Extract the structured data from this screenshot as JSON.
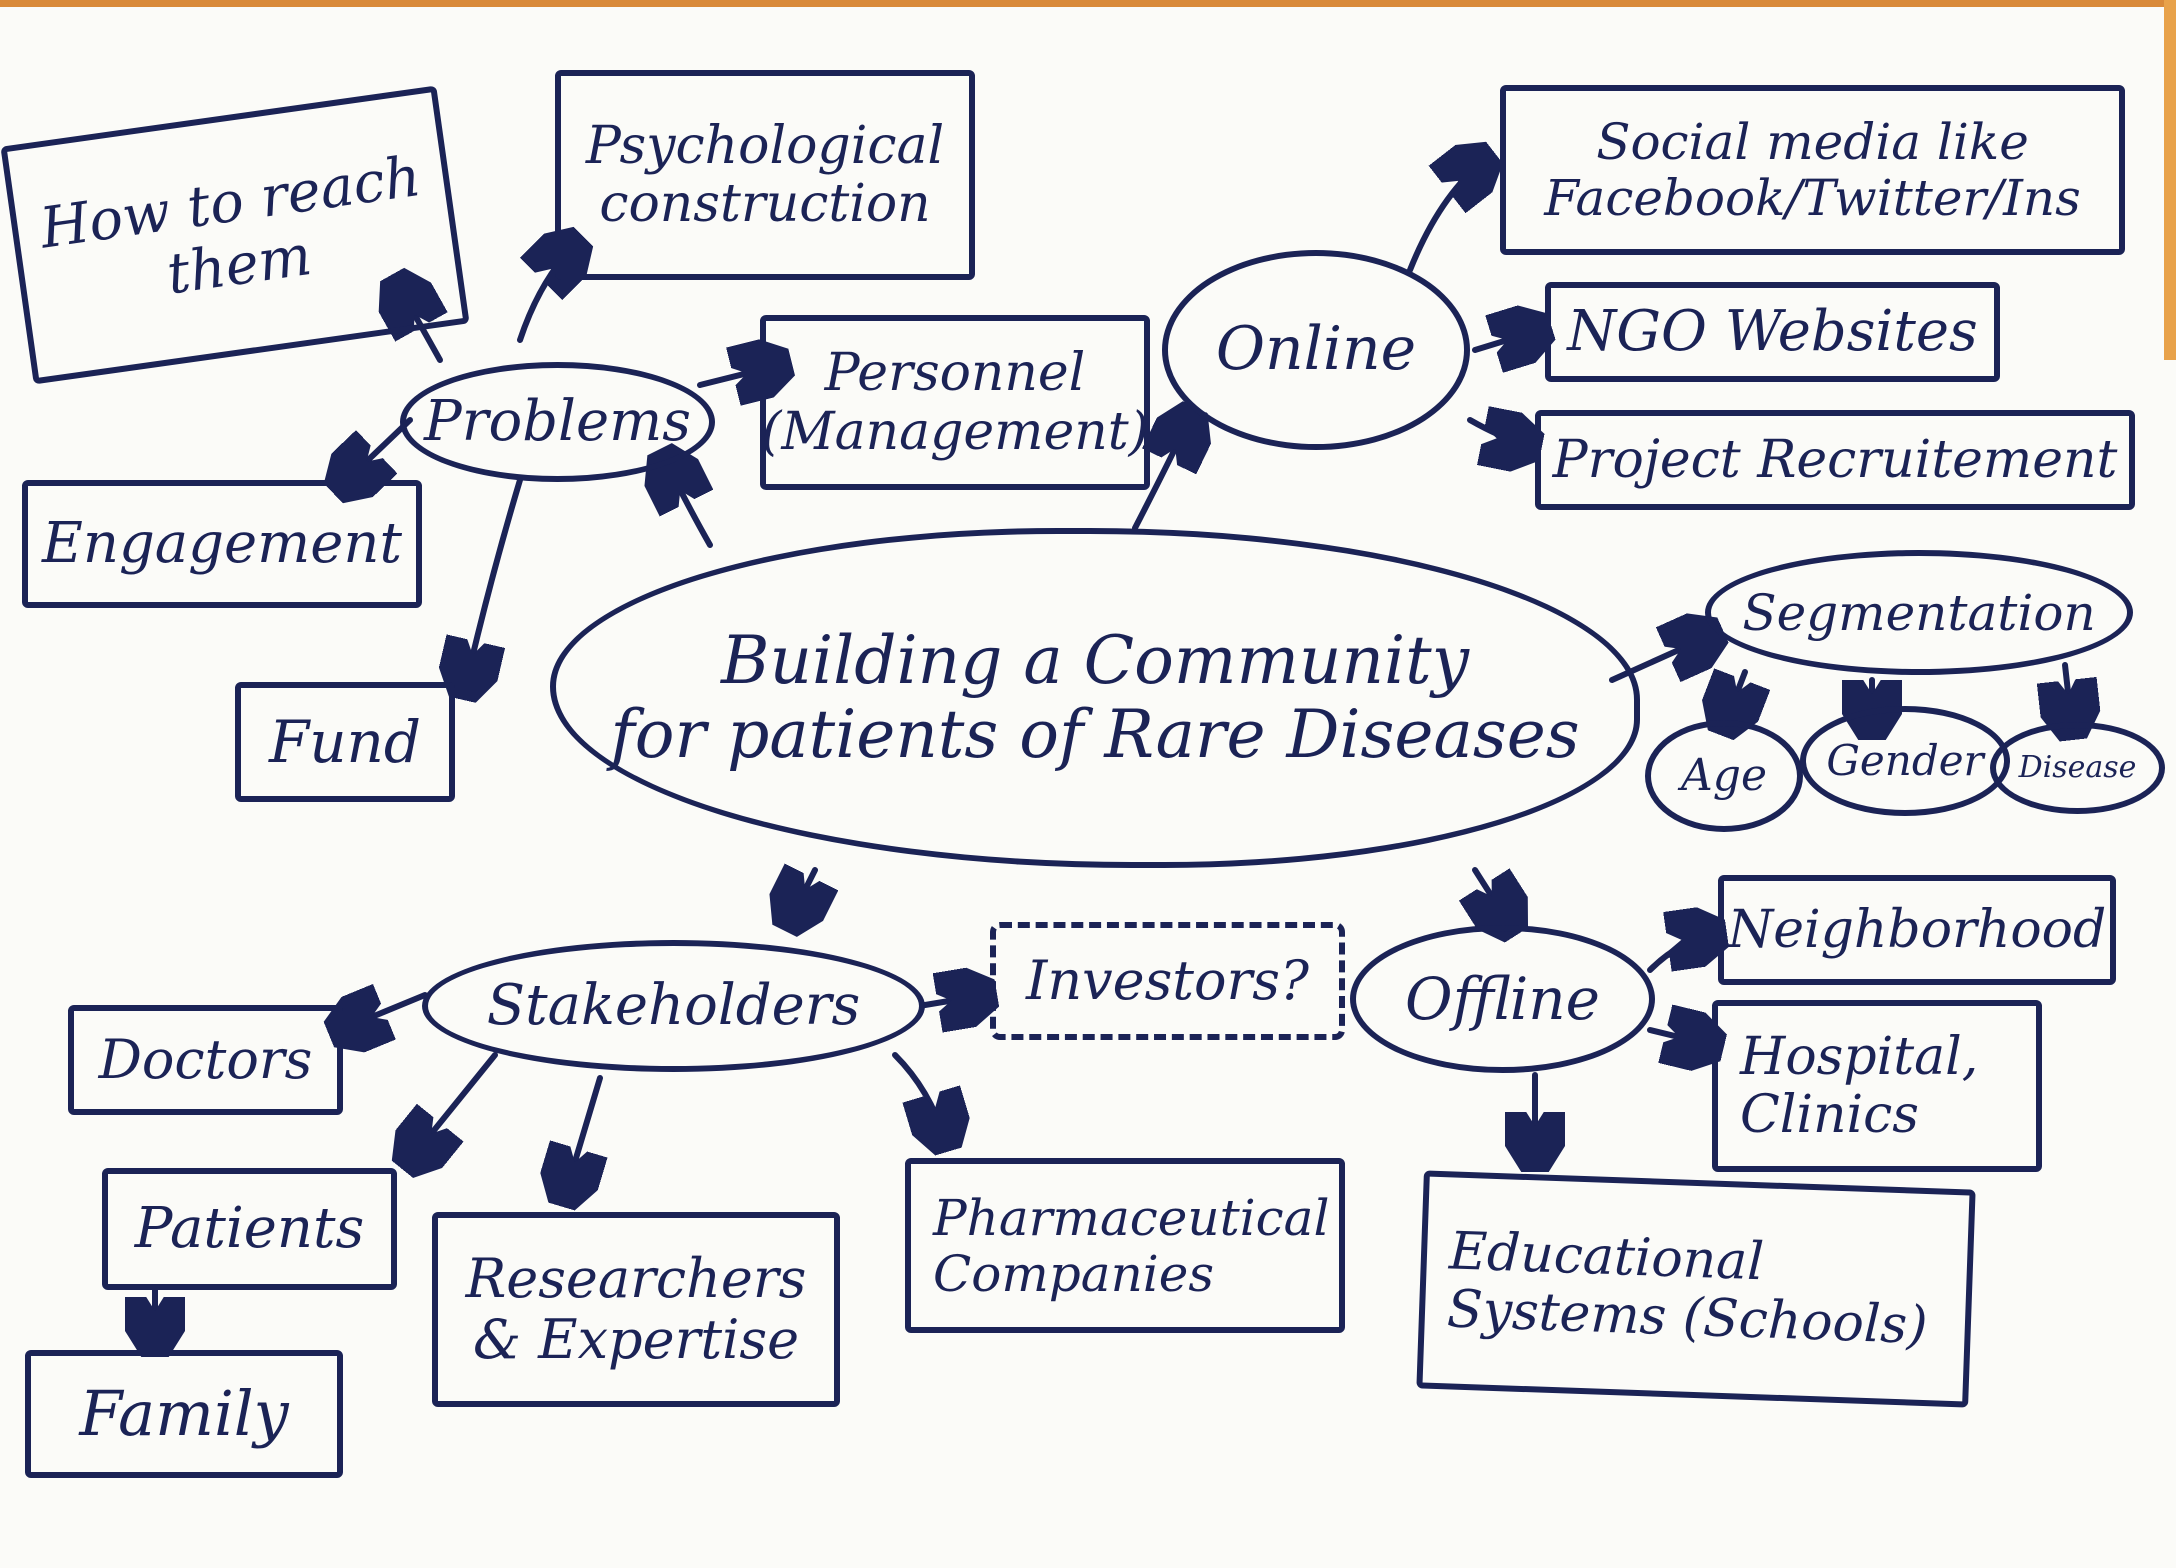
{
  "title": "Building a Community\nfor patients of Rare Diseases",
  "nodes": {
    "how_to_reach": "How to reach\nthem",
    "psychological": "Psychological\nconstruction",
    "problems": "Problems",
    "personnel": "Personnel\n(Management)",
    "engagement": "Engagement",
    "fund": "Fund",
    "online": "Online",
    "social_media": "Social media like\nFacebook/Twitter/Ins",
    "ngo": "NGO Websites",
    "project_recruitment": "Project Recruitement",
    "segmentation": "Segmentation",
    "age": "Age",
    "gender": "Gender",
    "disease": "Disease",
    "stakeholders": "Stakeholders",
    "investors": "Investors?",
    "offline": "Offline",
    "neighborhood": "Neighborhood",
    "hospital": "Hospital,\nClinics",
    "educational": "Educational\nSystems (Schools)",
    "doctors": "Doctors",
    "patients": "Patients",
    "family": "Family",
    "researchers": "Researchers\n& Expertise",
    "pharma": "Pharmaceutical\nCompanies"
  },
  "colors": {
    "ink": "#1b2356",
    "paper": "#fbfbf8"
  }
}
